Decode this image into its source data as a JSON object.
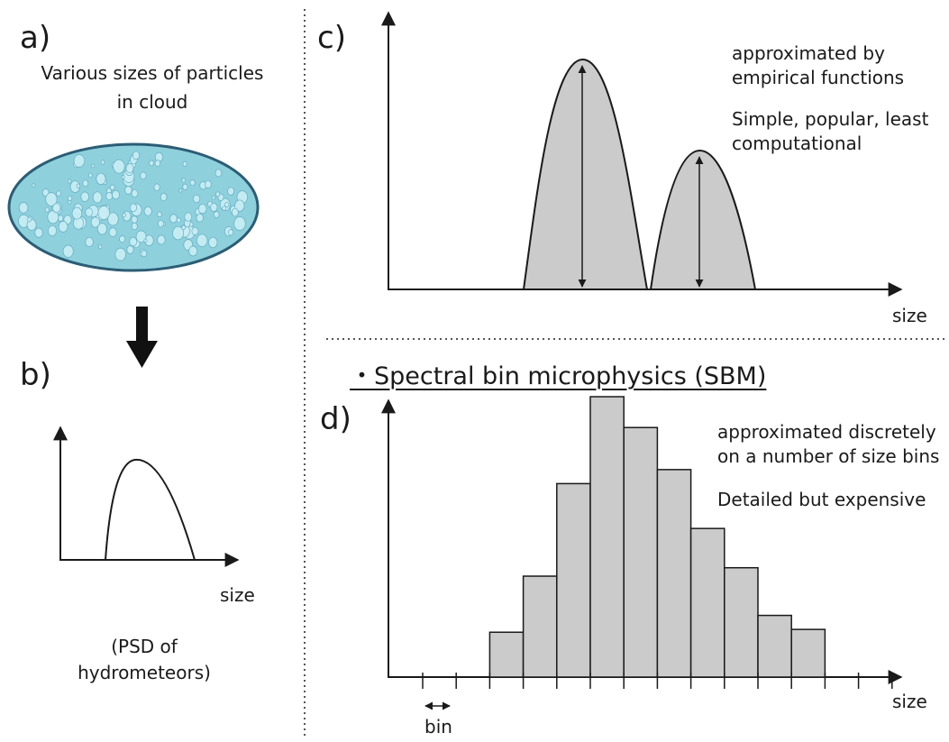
{
  "colors": {
    "ink": "#1a1a1a",
    "fill": "#cbcbcb",
    "cloud_fill": "#8fd0dd",
    "cloud_texture": "#c9eef5",
    "cloud_outline": "#2c5d75"
  },
  "panel_a": {
    "label": "a)",
    "caption_line1": "Various sizes of particles",
    "caption_line2": "in cloud",
    "cloud_icon": "cloud-droplets-ellipse",
    "arrow_icon": "down-arrow"
  },
  "panel_b": {
    "label": "b)",
    "xlabel": "size",
    "caption_line1": "(PSD of",
    "caption_line2": "hydrometeors)"
  },
  "panel_c": {
    "label": "c)",
    "note1_line1": "approximated by",
    "note1_line2": "empirical functions",
    "note2_line1": "Simple, popular, least",
    "note2_line2": "computational",
    "xlabel": "size"
  },
  "panel_d": {
    "heading": "・Spectral bin microphysics (SBM)",
    "label": "d)",
    "note1_line1": "approximated discretely",
    "note1_line2": "on a number of size bins",
    "note2": "Detailed but expensive",
    "xlabel": "size",
    "bin_label": "bin",
    "bins_total": 14,
    "bar_heights": [
      0,
      0,
      0.16,
      0.36,
      0.69,
      1.0,
      0.89,
      0.74,
      0.53,
      0.39,
      0.22,
      0.17,
      0,
      0
    ]
  }
}
